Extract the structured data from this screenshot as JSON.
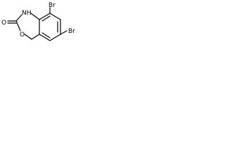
{
  "molecule": {
    "atoms": {
      "nh": "NH",
      "carbonyl_o": "O",
      "ring_o": "O",
      "br_top": "Br",
      "br_right": "Br"
    }
  }
}
